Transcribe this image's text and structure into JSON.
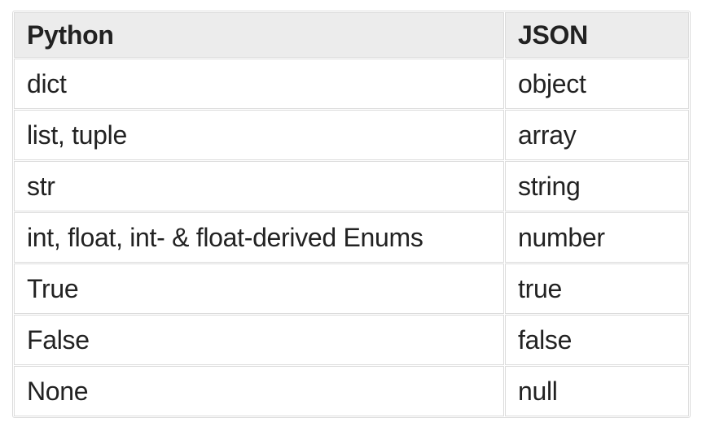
{
  "table": {
    "title": "python-to-json-type-mapping",
    "columns": [
      {
        "label": "Python"
      },
      {
        "label": "JSON"
      }
    ],
    "rows": [
      [
        "dict",
        "object"
      ],
      [
        "list, tuple",
        "array"
      ],
      [
        "str",
        "string"
      ],
      [
        "int, float, int- & float-derived Enums",
        "number"
      ],
      [
        "True",
        "true"
      ],
      [
        "False",
        "false"
      ],
      [
        "None",
        "null"
      ]
    ]
  },
  "colors": {
    "header_bg": "#ececec",
    "border": "#dcdcdc",
    "text": "#222222",
    "page_bg": "#ffffff"
  }
}
